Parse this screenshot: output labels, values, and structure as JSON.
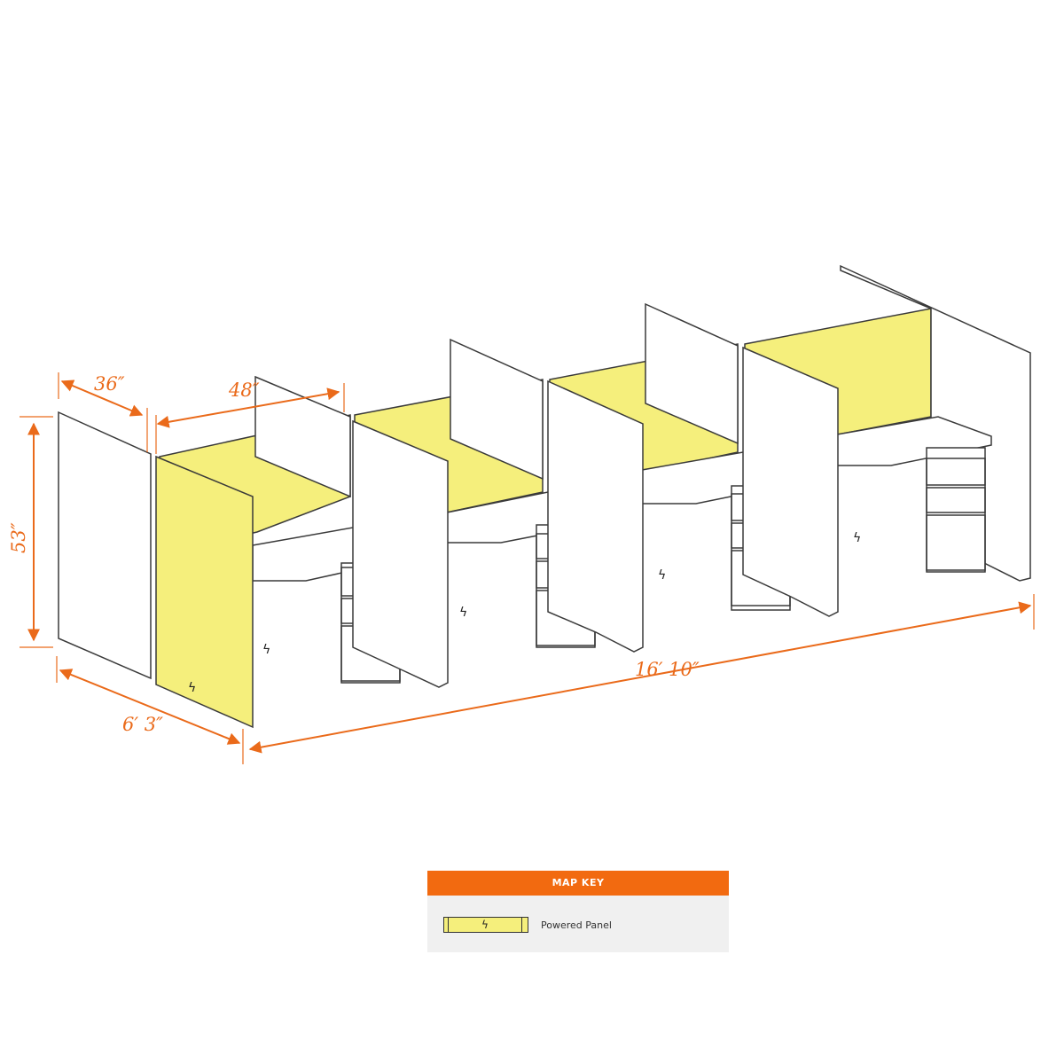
{
  "dimensions": {
    "height": "53″",
    "panel_depth": "36″",
    "desk_width": "48″",
    "overall_depth": "6′ 3″",
    "overall_length": "16′ 10″"
  },
  "colors": {
    "powered_panel": "#f5ef7c",
    "dimension": "#ea6a1a",
    "map_key_header": "#f26a10",
    "outline": "#3a3a3a"
  },
  "icons": {
    "power": "lightning-bolt-icon"
  },
  "map_key": {
    "title": "MAP KEY",
    "items": [
      {
        "label": "Powered Panel",
        "swatch": "powered-panel-swatch",
        "icon": "ϟ"
      }
    ]
  }
}
